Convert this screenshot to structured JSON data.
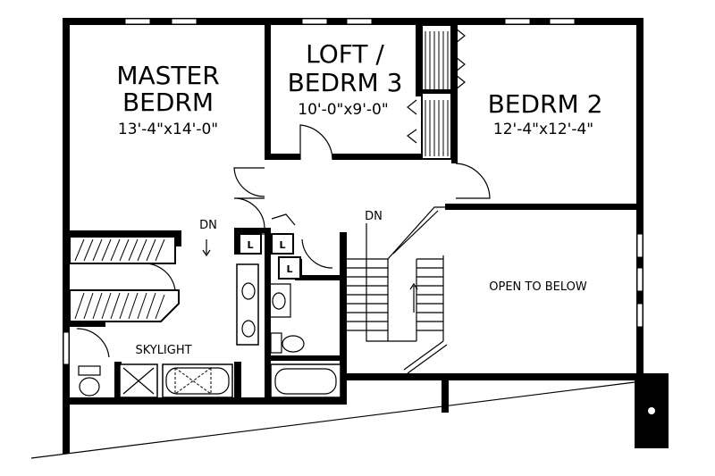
{
  "plan": {
    "rooms": {
      "master": {
        "name_line1": "MASTER",
        "name_line2": "BEDRM",
        "size": "13'-4\"x14'-0\""
      },
      "loft": {
        "name_line1": "LOFT /",
        "name_line2": "BEDRM 3",
        "size": "10'-0\"x9'-0\""
      },
      "bedroom2": {
        "name": "BEDRM 2",
        "size": "12'-4\"x12'-4\""
      }
    },
    "labels": {
      "open_to_below": "OPEN TO BELOW",
      "skylight": "SKYLIGHT",
      "dn_left": "DN",
      "dn_stair": "DN",
      "linen": "L"
    }
  }
}
